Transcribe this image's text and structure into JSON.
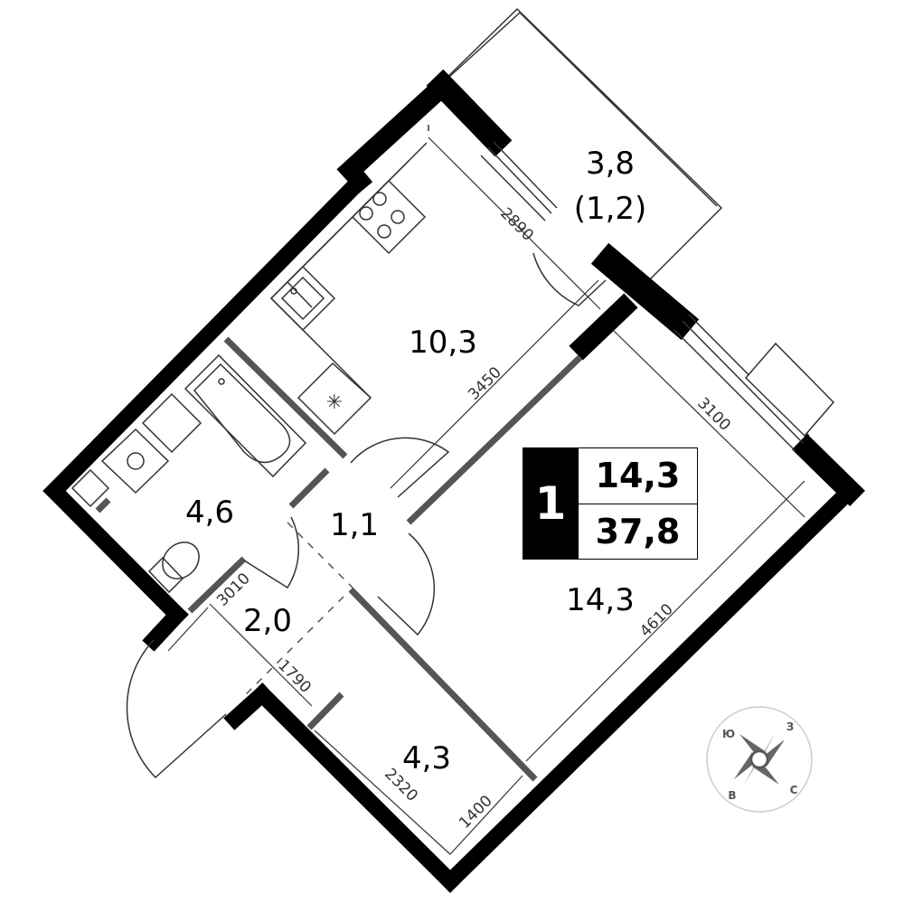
{
  "summary": {
    "rooms": "1",
    "living_area": "14,3",
    "total_area": "37,8"
  },
  "rooms": {
    "balcony": "3,8",
    "balcony_reduced": "(1,2)",
    "kitchen": "10,3",
    "bathroom": "4,6",
    "corridor": "1,1",
    "hall": "2,0",
    "entry": "4,3",
    "living": "14,3"
  },
  "dimensions": {
    "d2890": "2890",
    "d3450": "3450",
    "d3100": "3100",
    "d4610": "4610",
    "d3010": "3010",
    "d1790": "1790",
    "d2320": "2320",
    "d1400": "1400"
  },
  "compass": {
    "south": "Ю",
    "north": "З",
    "east": "В",
    "west": "С"
  },
  "colors": {
    "wall": "#000000",
    "partition": "#555555",
    "line": "#333333"
  }
}
